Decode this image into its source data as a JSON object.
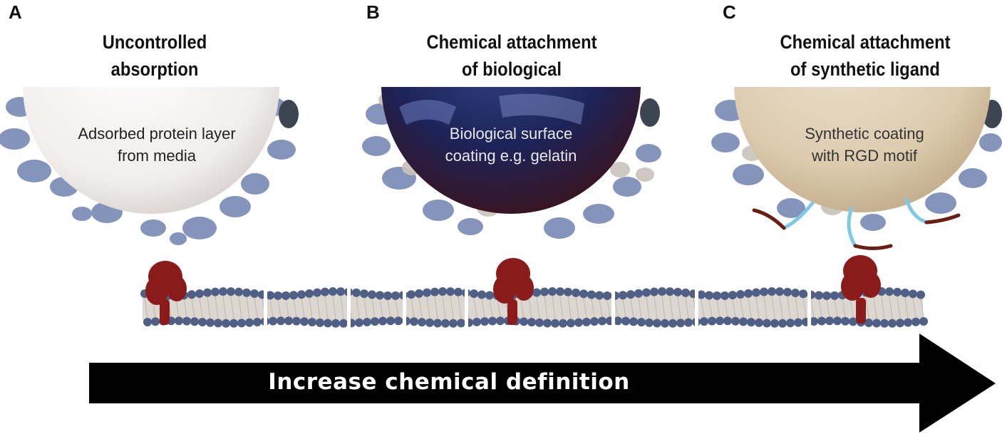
{
  "panels": [
    {
      "letter": "A",
      "title_line1": "Uncontrolled",
      "title_line2": "absorption",
      "label_line1": "Adsorbed protein layer",
      "label_line2": "from media"
    },
    {
      "letter": "B",
      "title_line1": "Chemical attachment",
      "title_line2": "of biological",
      "label_line1": "Biological surface",
      "label_line2": "coating e.g. gelatin"
    },
    {
      "letter": "C",
      "title_line1": "Chemical attachment",
      "title_line2": "of synthetic ligand",
      "label_line1": "Synthetic coating",
      "label_line2": "with RGD motif"
    }
  ],
  "arrow": {
    "label": "Increase chemical definition"
  },
  "colors": {
    "protein": "#7f8fb8",
    "protein_light": "#c9c2bb",
    "receptor": "#8b1a1a",
    "lipid_head": "#4f5f86",
    "lipid_tail": "#d8d2cc",
    "linker": "#7ec8e8",
    "ligand": "#6b1e14",
    "sphere_a": "#f3f0ee",
    "sphere_b": "#1d2458",
    "sphere_c": "#dccbae",
    "arrow": "#000000"
  }
}
